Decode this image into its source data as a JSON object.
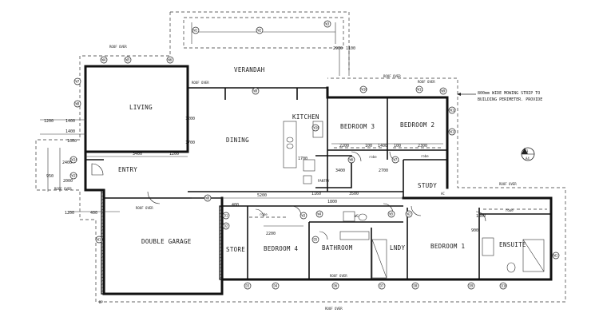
{
  "rooms": {
    "verandah": "VERANDAH",
    "living": "LIVING",
    "dining": "DINING",
    "kitchen": "KITCHEN",
    "bedroom3": "BEDROOM 3",
    "bedroom2": "BEDROOM 2",
    "entry": "ENTRY",
    "pantry": "PANTRY",
    "study": "STUDY",
    "double_garage": "DOUBLE GARAGE",
    "store": "STORE",
    "bedroom4": "BEDROOM 4",
    "bathroom": "BATHROOM",
    "lndy": "LNDY",
    "bedroom1": "BEDROOM 1",
    "ensuite": "ENSUITE",
    "robe_a": "robe",
    "robe_b": "robe",
    "robe_c": "robe",
    "robe_d": "robe"
  },
  "notes": {
    "mowing_strip_line1": "800mm WIDE MOWING STRIP TO",
    "mowing_strip_line2": "BUILDING PERIMETER. PROVIDE",
    "roof_over_1": "ROOF OVER",
    "roof_over_2": "ROOF OVER",
    "roof_over_3": "ROOF OVER",
    "roof_over_4": "ROOF OVER",
    "roof_over_5": "ROOF OVER",
    "roof_over_6": "ROOF OVER",
    "roof_over_7": "ROOF OVER",
    "roof_over_8": "ROOF OVER",
    "roof_over_9": "ROOF OVER",
    "section_ref_top": "3",
    "section_ref_bottom": "A4"
  },
  "dimensions": {
    "d1200": "1200",
    "d1400a": "1400",
    "d1400b": "1400",
    "d3400": "3400",
    "d1200b": "1200",
    "d2400": "2400",
    "d2000": "2000",
    "d950": "950",
    "d1600": "1600",
    "d1200c": "1200",
    "d400": "400",
    "d2200": "2200",
    "d100": "100",
    "d1400c": "1400",
    "d100b": "100",
    "d2300": "2300",
    "d3400b": "3400",
    "d2700": "2700",
    "d1700": "1700",
    "d5200": "5200",
    "d1160": "1160",
    "d3500": "3500",
    "d1800": "1800",
    "d2200b": "2200",
    "d900": "900",
    "d1800b": "1800",
    "d2900": "2900",
    "d1100": "1100",
    "d1700b": "1700",
    "d1200d": "1200",
    "d400b": "400"
  },
  "tags": {
    "windows": [
      "W1",
      "W2",
      "W3",
      "W4",
      "W5",
      "W6",
      "W7",
      "W8",
      "W9",
      "W10",
      "W11",
      "W12",
      "W13",
      "W14",
      "W15",
      "W16"
    ],
    "doors": [
      "D1",
      "D2",
      "D3",
      "D4",
      "D5",
      "D6",
      "D7",
      "D8",
      "D9",
      "D10"
    ],
    "ac": "AC",
    "dp": "DP",
    "wc": "WC"
  }
}
